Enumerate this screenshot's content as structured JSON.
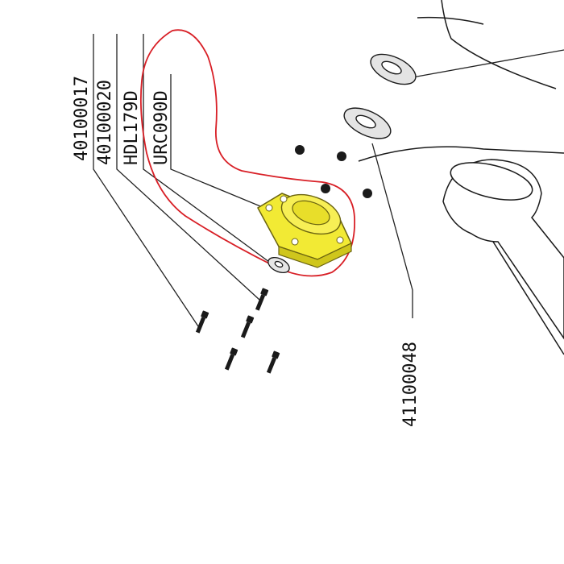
{
  "diagram": {
    "type": "exploded parts diagram",
    "part_numbers": [
      "40100017",
      "40100020",
      "HDL179D",
      "URC090D",
      "41100048"
    ],
    "highlighted_part": "URC090D",
    "colors": {
      "line": "#1a1a1a",
      "highlight_fill": "#f2ea34",
      "highlight_stroke": "#6b6410",
      "annotation": "#d81f26",
      "background": "#ffffff"
    }
  }
}
